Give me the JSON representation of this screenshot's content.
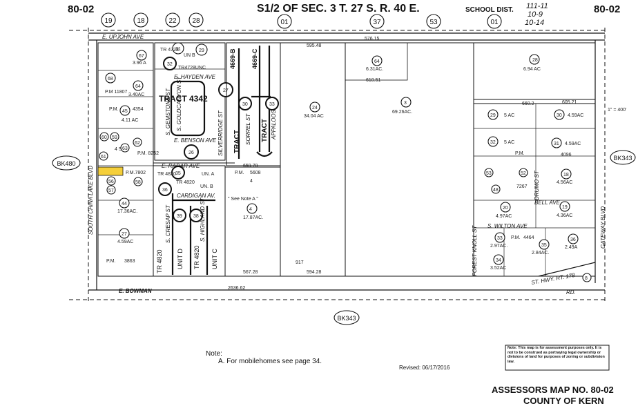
{
  "header": {
    "map_no_left": "80-02",
    "map_no_right": "80-02",
    "title": "S1/2 OF SEC. 3 T. 27 S. R. 40 E.",
    "school_dist_label": "SCHOOL DIST.",
    "school_dist_values": [
      "111-11",
      "10-9",
      "10-14"
    ],
    "top_circles": [
      "19",
      "18",
      "22",
      "28",
      "01",
      "37",
      "53",
      "01"
    ]
  },
  "streets": {
    "upjohn": "E. UPJOHN AVE",
    "bowman": "E. BOWMAN",
    "bowman_rd": "RD.",
    "south_china_lake": "SOUTH CHINA LAKE BLVD",
    "gateway": "GATEWAY BLVD",
    "hayden": "E. HAYDEN AVE",
    "benson": "E. BENSON AVE",
    "radar": "E. RADAR AVE",
    "gemstone": "S. GEMSTONE ST",
    "goldcanyon": "S. GOLDCANYON ST",
    "silverridge": "SILVERRIDGE ST",
    "sorrel": "SORREL ST",
    "appaloosa": "APPALOOSA ST",
    "cardigan": "CARDIGAN AV.",
    "cresap": "S. CRESAP ST",
    "highland": "S. HIGHLAND ST",
    "wilton": "S. WILTON AVE",
    "bell": "BELL AVE",
    "forest_knoll": "FOREST KNOLL ST",
    "drumo": "DRUMO ST",
    "hwy178": "ST. HWY. RT. 178"
  },
  "book_refs": {
    "left": "BK480",
    "right": "BK343",
    "bottom": "BK343"
  },
  "tracts": {
    "t4342": "TRACT 4342",
    "t4669b": "4669-B",
    "t4669c": "4669-C",
    "tract_label": "TRACT",
    "tr4820a": "TR 4820",
    "tr4820b": "TR 4820",
    "tr4820c": "TR 4820",
    "unit_d": "UNIT D",
    "unit_c": "UNIT C",
    "un_a": "UN. A",
    "un_b": "UN. B",
    "un_b2": "UN B",
    "tr4728": "TR 4728",
    "tr4728un": "TR4728UNC"
  },
  "parcels": [
    {
      "id": "67",
      "area": "3.96 A"
    },
    {
      "id": "68",
      "area": "P.M 11807"
    },
    {
      "id": "64",
      "area": "3.40AC"
    },
    {
      "id": "45",
      "area": "4.11 AC"
    },
    {
      "id": "24",
      "area": "34.04 AC"
    },
    {
      "id": "64",
      "area": "6.31AC."
    },
    {
      "id": "3",
      "area": "69.26AC."
    },
    {
      "id": "4",
      "area": "17.87AC."
    },
    {
      "id": "44",
      "area": "17.36AC."
    },
    {
      "id": "27",
      "area": "4.59AC"
    },
    {
      "id": "28",
      "area": "6.94 AC"
    },
    {
      "id": "29",
      "area": "5 AC"
    },
    {
      "id": "30",
      "area": "4.59AC"
    },
    {
      "id": "31",
      "area": "4.59AC"
    },
    {
      "id": "32",
      "area": "5 AC"
    },
    {
      "id": "18",
      "area": "4.56AC"
    },
    {
      "id": "19",
      "area": "4.36AC"
    },
    {
      "id": "20",
      "area": "4.97AC"
    },
    {
      "id": "34",
      "area": "3.52AC"
    },
    {
      "id": "35",
      "area": "2.84AC."
    },
    {
      "id": "36",
      "area": "2.49A"
    },
    {
      "id": "33",
      "area": "2.97AC."
    }
  ],
  "pm_labels": {
    "pm4354": "4354",
    "pm7802": "P.M.7802",
    "pm3863": "3863",
    "pm5608": "5608",
    "pm4096": "4096",
    "pm7267": "7267",
    "pm4464": "4464",
    "pm8252": "P.M. 8252",
    "pm": "P.M."
  },
  "see_note": "\" See Note A \"",
  "dims": {
    "d2636": "2636.62",
    "d917": "917",
    "d595": "595.48",
    "d576": "576.15",
    "d610": "610.51",
    "d660": "660.2",
    "d605": "605.21",
    "d659": "659.79",
    "d567": "567.28",
    "d594": "594.28",
    "d1000": "1\" = 400'"
  },
  "notes": {
    "note_title": "Note:",
    "note_a": "A. For mobilehomes see page 34.",
    "revised": "Revised: 06/17/2016",
    "disclaimer": "Note: This map is for assessment purposes only. It is not to be construed as portraying legal ownership or divisions of land for purposes of zoning or subdivision law."
  },
  "footer": {
    "assessors_map": "ASSESSORS MAP NO. 80-02",
    "county": "COUNTY OF KERN"
  }
}
